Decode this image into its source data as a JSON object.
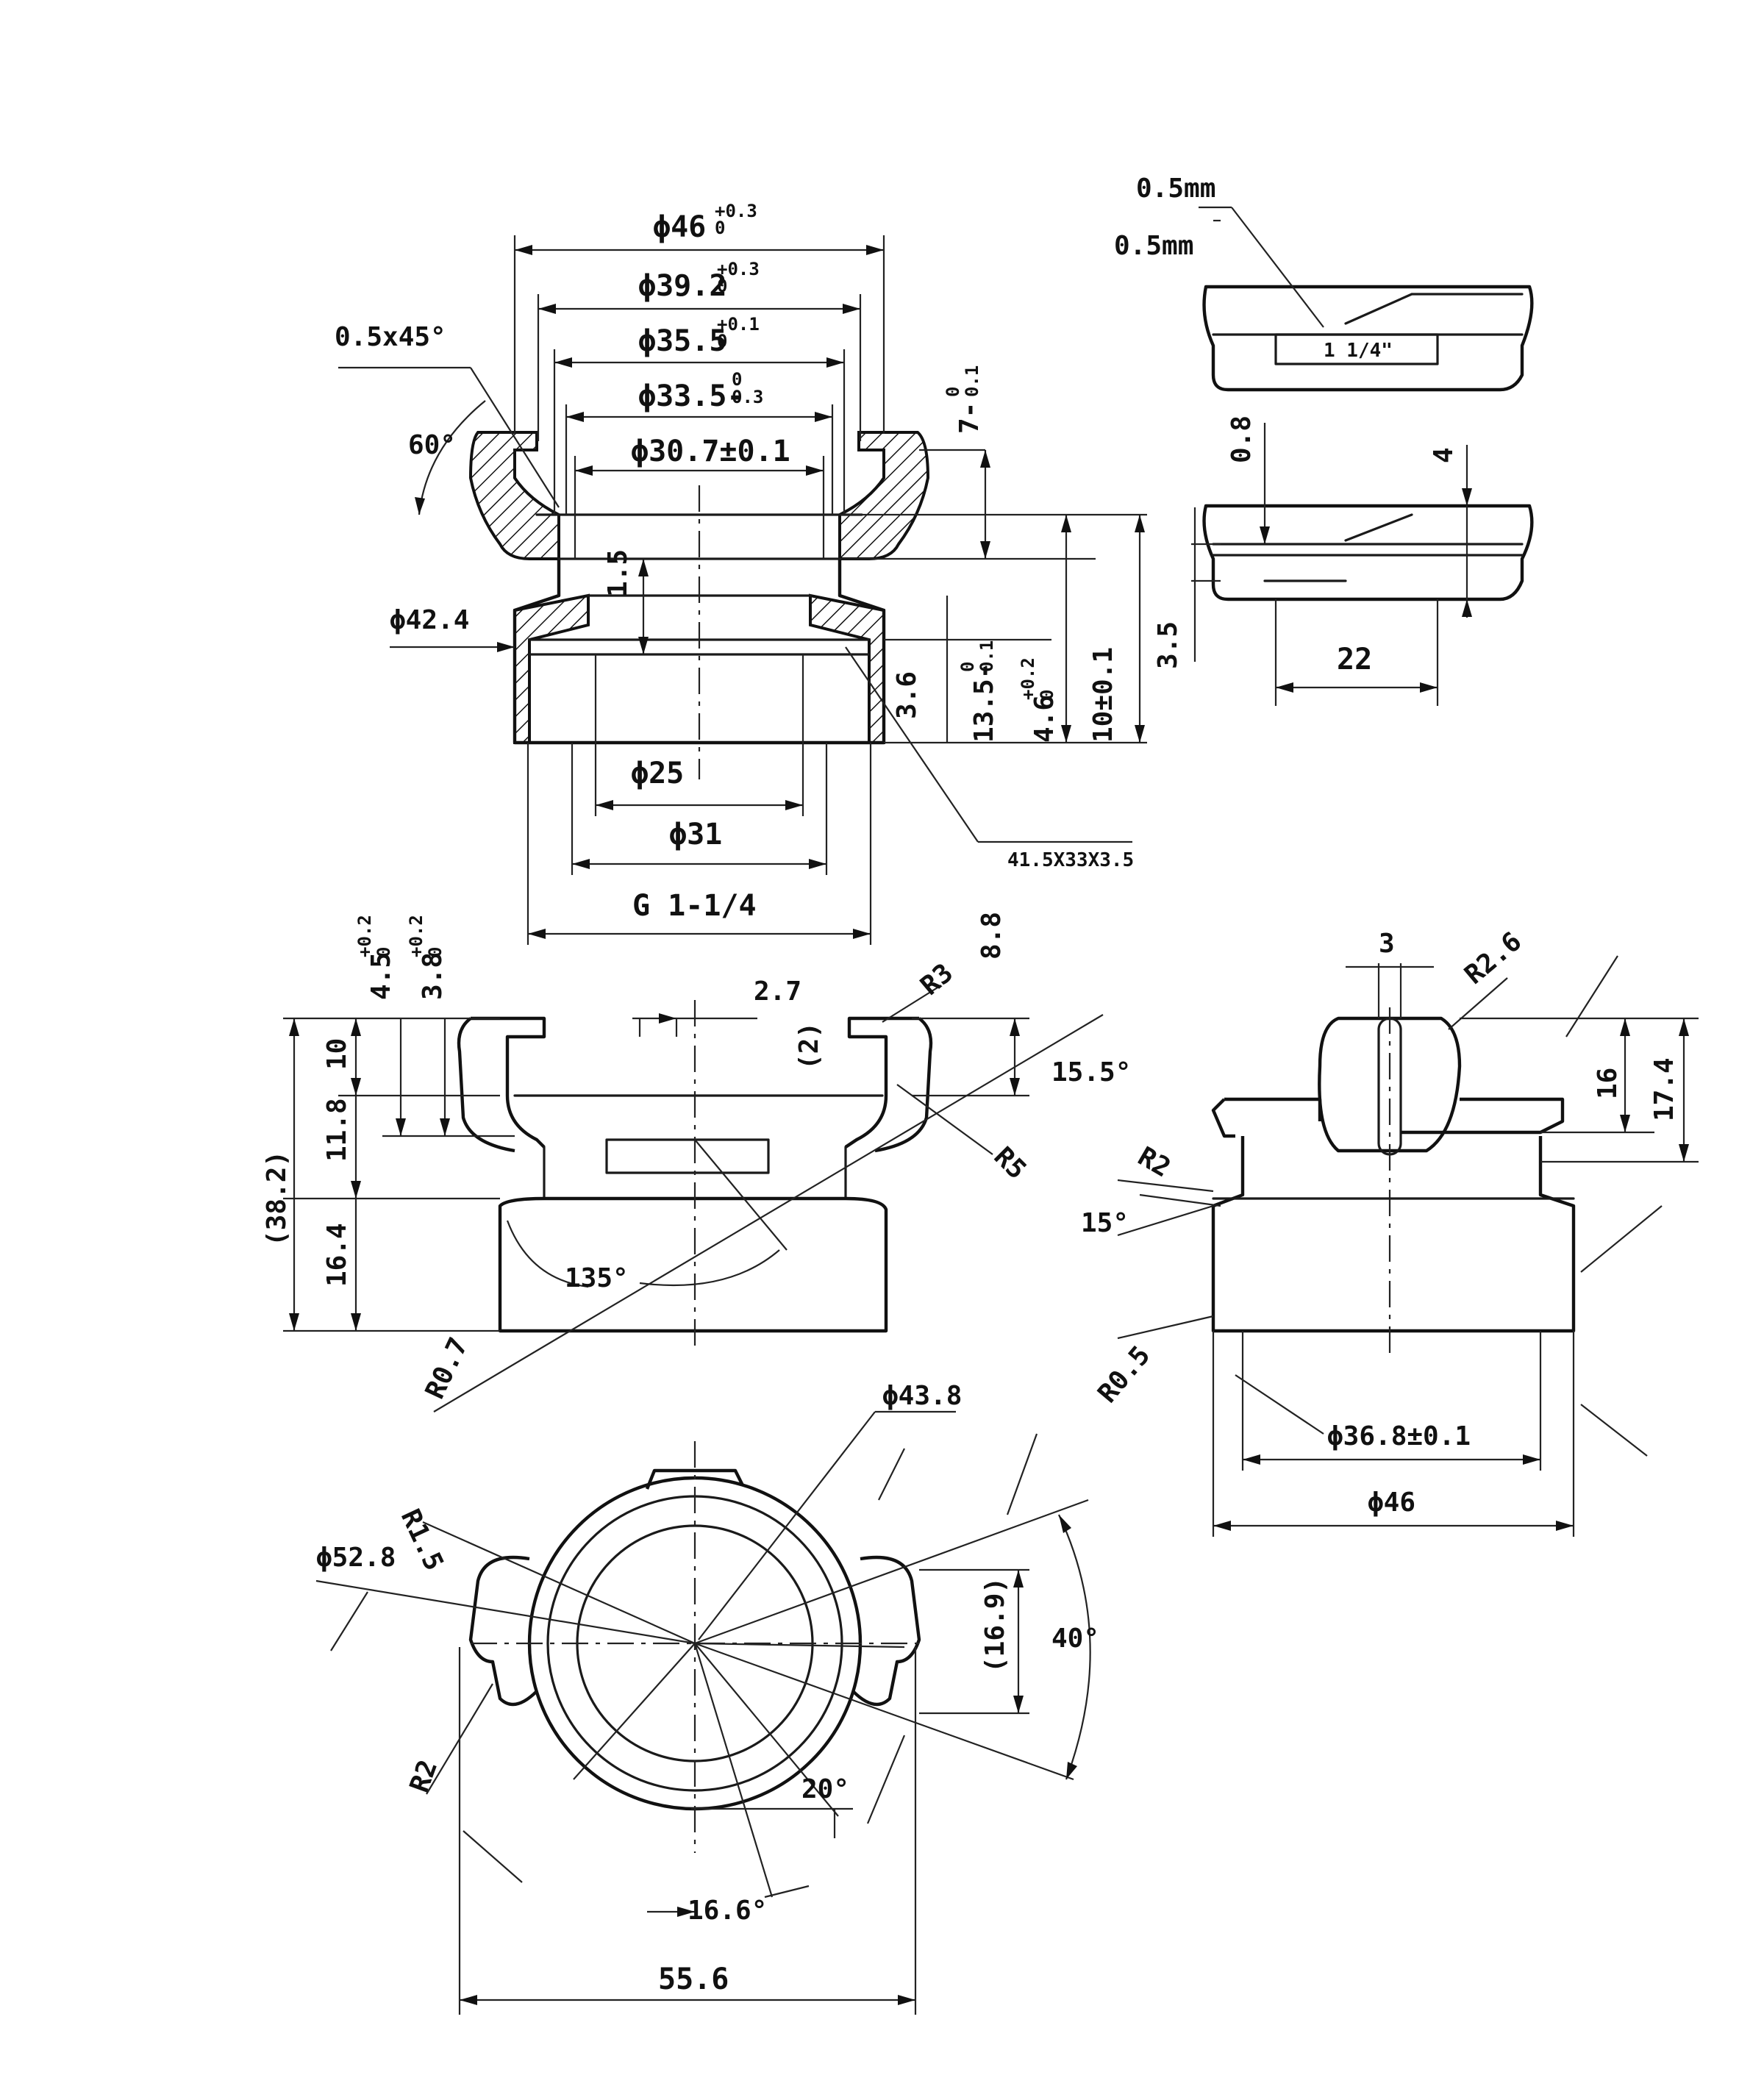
{
  "front_section": {
    "dia_46": "ϕ46",
    "dia_46_tol_upper": "+0.3",
    "dia_46_tol_lower": "0",
    "dia_39_2": "ϕ39.2",
    "dia_39_2_tol_upper": "+0.3",
    "dia_39_2_tol_lower": "0",
    "dia_35_5": "ϕ35.5",
    "dia_35_5_tol_upper": "+0.1",
    "dia_35_5_tol_lower": "0",
    "dia_33_5": "ϕ33.5-",
    "dia_33_5_tol_upper": "0",
    "dia_33_5_tol_lower": "0.3",
    "dia_30_7": "ϕ30.7±0.1",
    "chamfer": "0.5x45°",
    "angle_60": "60°",
    "dia_42_4": "ϕ42.4",
    "dim_1_5": "1.5",
    "dim_7": "7-",
    "dim_7_tol_upper": "0",
    "dim_7_tol_lower": "0.1",
    "dim_3_6": "3.6",
    "dim_13_5": "13.5-",
    "dim_13_5_tol_upper": "0",
    "dim_13_5_tol_lower": "0.1",
    "dim_4_6": "4.6",
    "dim_4_6_tol_upper": "+0.2",
    "dim_4_6_tol_lower": "0",
    "dim_10": "10±0.1",
    "dia_25": "ϕ25",
    "dia_31": "ϕ31",
    "thread": "G 1-1/4",
    "oring": "41.5X33X3.5"
  },
  "top_right_detail": {
    "note_1": "0.5mm",
    "note_2": "0.5mm",
    "marking": "1 1/4\"",
    "dim_0_8": "0.8",
    "dim_4": "4",
    "dim_3_5": "3.5",
    "dim_22": "22"
  },
  "side_view": {
    "dim_4_5": "4.5",
    "dim_4_5_tol_upper": "+0.2",
    "dim_4_5_tol_lower": "0",
    "dim_3_8": "3.8",
    "dim_3_8_tol_upper": "+0.2",
    "dim_3_8_tol_lower": "0",
    "dim_8_8": "8.8",
    "dim_2_7": "2.7",
    "radius_r3": "R3",
    "dim_2_paren": "(2)",
    "angle_15_5": "15.5°",
    "radius_r5": "R5",
    "dim_10": "10",
    "dim_11_8": "11.8",
    "dim_38_2": "(38.2)",
    "dim_16_4": "16.4",
    "angle_135": "135°",
    "radius_r0_7": "R0.7"
  },
  "right_view": {
    "dim_3": "3",
    "radius_r2_6": "R2.6",
    "dim_16": "16",
    "dim_17_4": "17.4",
    "radius_r2": "R2",
    "angle_15": "15°",
    "radius_r0_5": "R0.5",
    "dia_36_8": "ϕ36.8±0.1",
    "dia_46": "ϕ46"
  },
  "bottom_view": {
    "dia_43_8": "ϕ43.8",
    "radius_r1_5": "R1.5",
    "dia_52_8": "ϕ52.8",
    "dim_16_9": "(16.9)",
    "angle_40": "40°",
    "radius_r2": "R2",
    "angle_20": "20°",
    "angle_16_6": "16.6°",
    "dim_55_6": "55.6"
  }
}
